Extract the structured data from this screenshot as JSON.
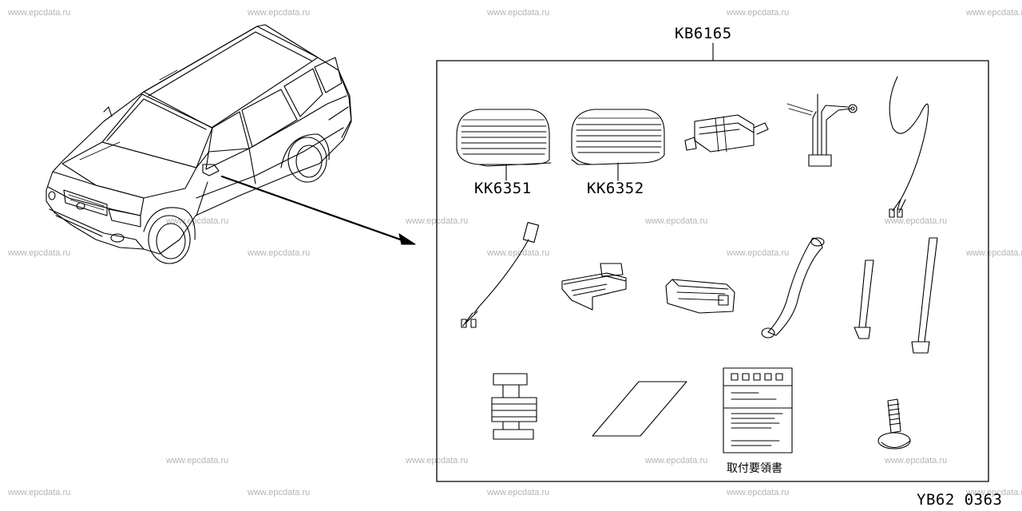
{
  "watermark": "www.epcdata.ru",
  "kit_code": "KB6165",
  "parts": {
    "lamp_left": "KK6351",
    "lamp_right": "KK6352"
  },
  "manual_label": "取付要領書",
  "figure_code": "YB62 0363"
}
